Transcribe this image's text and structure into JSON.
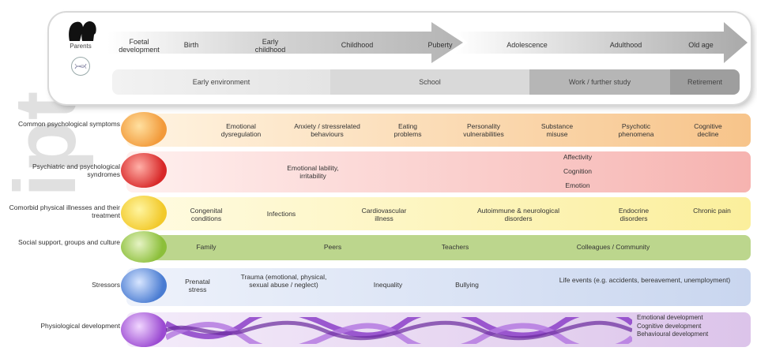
{
  "parents": {
    "label": "Parents"
  },
  "stages": [
    "Foetal development",
    "Birth",
    "Early childhood",
    "Childhood",
    "Puberty",
    "Adolescence",
    "Adulthood",
    "Old age"
  ],
  "environments": [
    "Early environment",
    "School",
    "Work / further study",
    "Retirement"
  ],
  "rows": [
    {
      "label": "Common psychological symptoms",
      "color": "#f7c48a",
      "items": [
        "Emotional dysregulation",
        "Anxiety / stressrelated behaviours",
        "Eating problems",
        "Personality vulnerabilities",
        "Substance misuse",
        "Psychotic phenomena",
        "Cognitive decline"
      ]
    },
    {
      "label": "Psychiatric and psychological syndromes",
      "color": "#f6b3b0",
      "items": [
        "Emotional lability, irritability",
        "Affectivity",
        "Cognition",
        "Emotion"
      ]
    },
    {
      "label": "Comorbid physical illnesses and their treatment",
      "color": "#fbef9c",
      "items": [
        "Congenital conditions",
        "Infections",
        "Cardiovascular illness",
        "Autoimmune & neurological disorders",
        "Endocrine disorders",
        "Chronic pain"
      ]
    },
    {
      "label": "Social support, groups and culture",
      "color": "#bcd68d",
      "items": [
        "Family",
        "Peers",
        "Teachers",
        "Colleagues / Community"
      ]
    },
    {
      "label": "Stressors",
      "color": "#c9d6ef",
      "items": [
        "Prenatal stress",
        "Trauma (emotional, physical, sexual abuse / neglect)",
        "Inequality",
        "Bullying",
        "Life events (e.g. accidents, bereavement, unemployment)"
      ]
    },
    {
      "label": "Physiological development",
      "color": "#dcc4ea",
      "items": [
        "Emotional development",
        "Cognitive development",
        "Behavioural development"
      ]
    }
  ],
  "watermark": "ipt"
}
